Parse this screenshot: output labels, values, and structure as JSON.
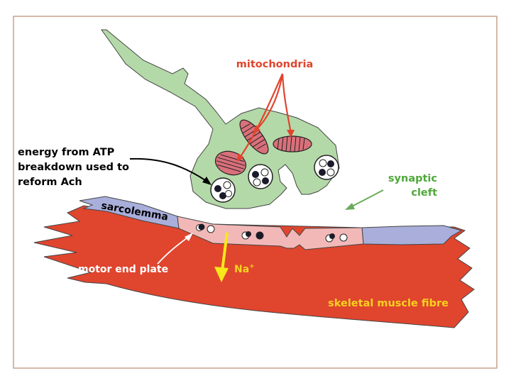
{
  "labels": {
    "mitochondria": "mitochondria",
    "energy_line1": "energy from ATP",
    "energy_line2": "breakdown used to",
    "energy_line3": "reform Ach",
    "synaptic_line1": "synaptic",
    "synaptic_line2": "cleft",
    "sarcolemma": "sarcolemma",
    "motor_end_plate": "motor end plate",
    "na": "Na",
    "na_sup": "+",
    "muscle": "skeletal muscle fibre"
  },
  "colors": {
    "border": "#c9a18a",
    "terminal": "#b4d9a8",
    "muscle": "#e0452e",
    "sarcolemma": "#a9aedb",
    "end_plate": "#f2b8b8",
    "mitochondria": "#d9707a",
    "label_red": "#e0452e",
    "label_green": "#4fa83a",
    "label_yellow": "#f7d21e",
    "label_black": "#000000",
    "label_white": "#ffffff",
    "arrow_green": "#6aaa5a",
    "arrow_yellow": "#f7e81a"
  }
}
